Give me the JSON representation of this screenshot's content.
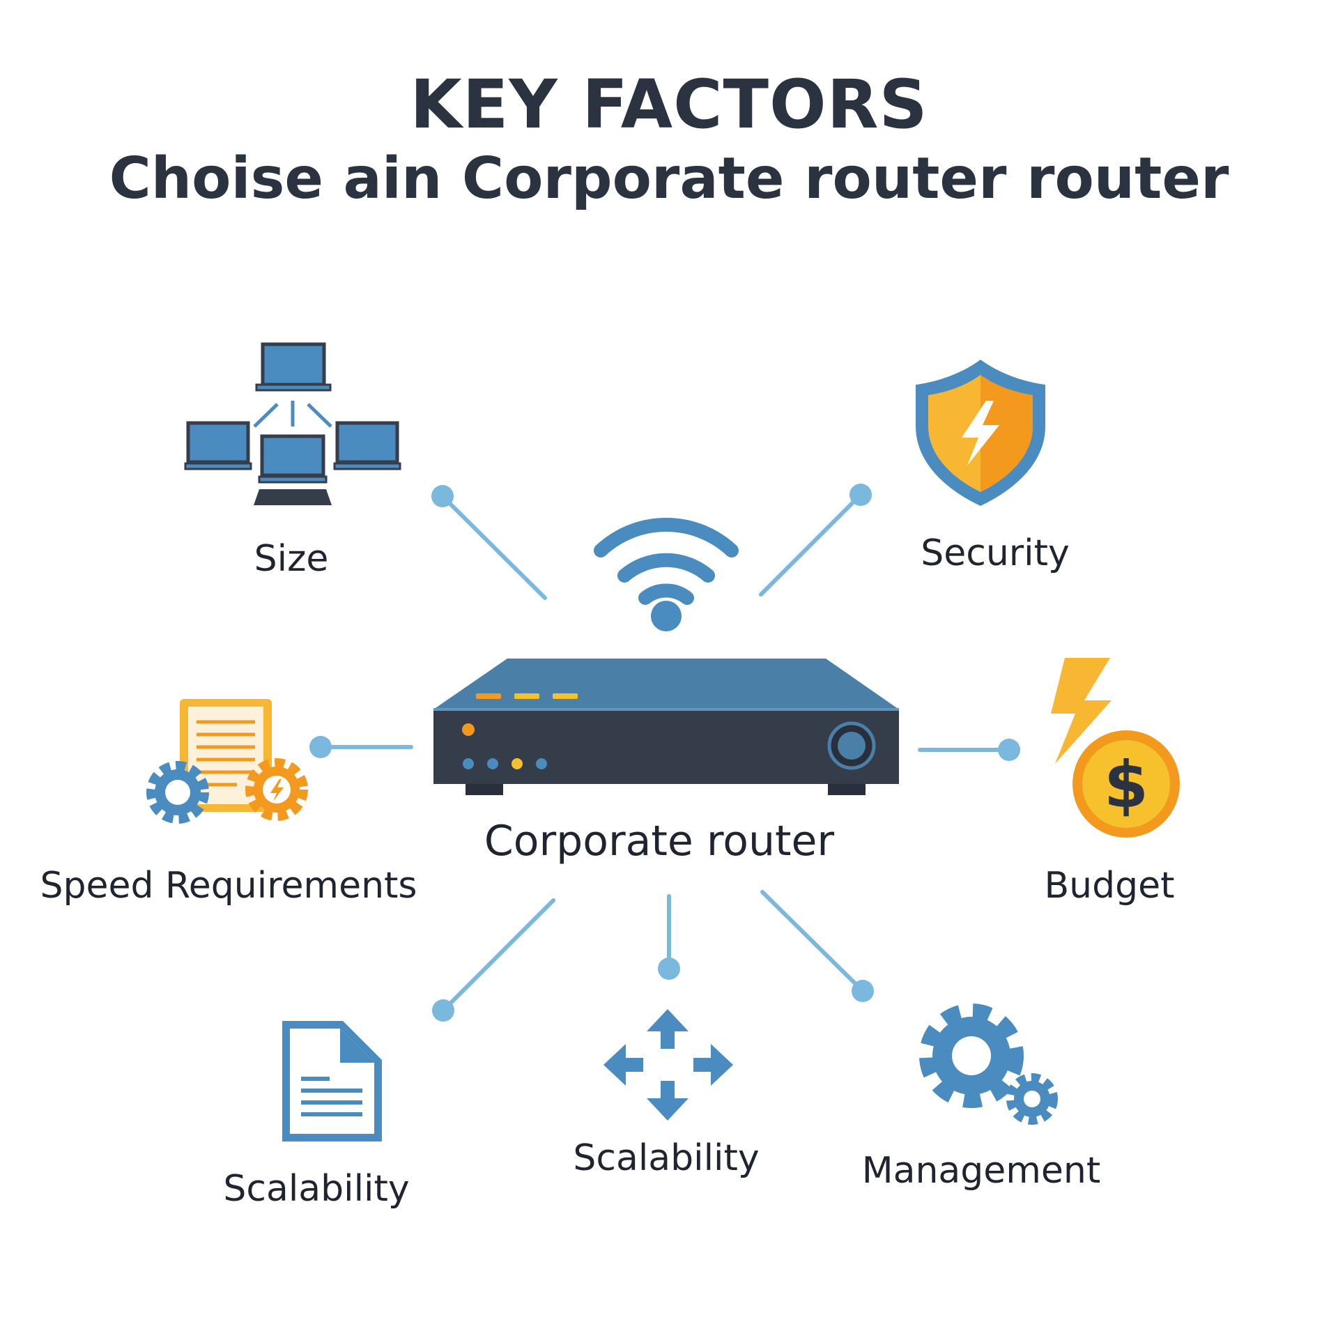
{
  "title": {
    "line1": "KEY FACTORS",
    "line2": "Choise ain Corporate router router"
  },
  "center": {
    "label": "Corporate router",
    "icon": "router-icon",
    "wifi_icon": "wifi-icon"
  },
  "factors": [
    {
      "id": "size",
      "label": "Size",
      "icon": "computer-network-icon"
    },
    {
      "id": "security",
      "label": "Security",
      "icon": "shield-lightning-icon"
    },
    {
      "id": "speed",
      "label": "Speed Requirements",
      "icon": "document-gears-icon"
    },
    {
      "id": "budget",
      "label": "Budget",
      "icon": "dollar-coin-lightning-icon"
    },
    {
      "id": "scalability-doc",
      "label": "Scalability",
      "icon": "document-icon"
    },
    {
      "id": "scalability-arrows",
      "label": "Scalability",
      "icon": "move-arrows-icon"
    },
    {
      "id": "management",
      "label": "Management",
      "icon": "gears-icon"
    }
  ],
  "colors": {
    "title": "#2b3340",
    "router_body": "#353c4a",
    "router_top": "#4a7fa8",
    "accent_blue": "#4a8cbf",
    "connector": "#7ab8de",
    "orange": "#f39a1e",
    "yellow": "#f7c12e"
  }
}
